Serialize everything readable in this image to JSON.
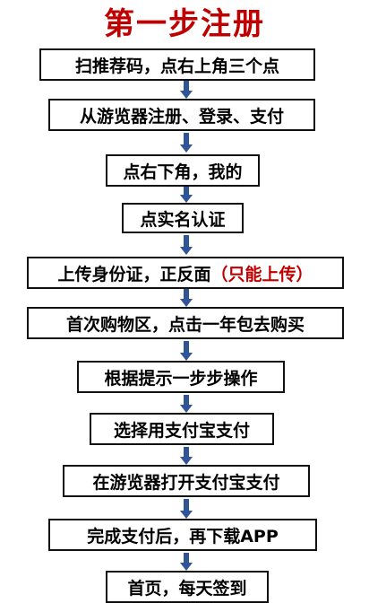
{
  "title": "第一步注册",
  "steps": [
    {
      "text": "扫推荐码，点右上角三个点"
    },
    {
      "text": "从游览器注册、登录、支付"
    },
    {
      "text": "点右下角，我的"
    },
    {
      "text": "点实名认证"
    },
    {
      "text": "上传身份证，正反面",
      "note": "（只能上传）"
    },
    {
      "text": "首次购物区，点击一年包去购买"
    },
    {
      "text": "根据提示一步步操作"
    },
    {
      "text": "选择用支付宝支付"
    },
    {
      "text": "在游览器打开支付宝支付"
    },
    {
      "text": "完成支付后，再下载APP"
    },
    {
      "text": "首页，每天签到"
    }
  ],
  "colors": {
    "title": "#c00000",
    "note": "#c00000",
    "arrow": "#2f5597",
    "border": "#111111"
  }
}
